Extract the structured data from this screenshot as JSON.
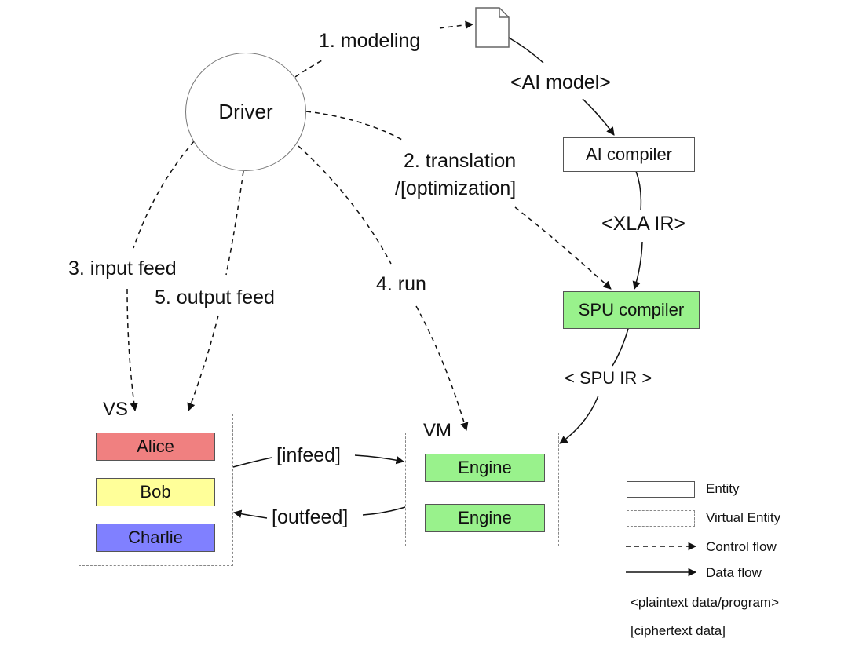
{
  "nodes": {
    "driver": "Driver",
    "ai_compiler": "AI compiler",
    "spu_compiler": "SPU compiler",
    "vs_title": "VS",
    "vm_title": "VM",
    "parties": [
      {
        "label": "Alice",
        "color": "#f08080"
      },
      {
        "label": "Bob",
        "color": "#ffff99"
      },
      {
        "label": "Charlie",
        "color": "#8080ff"
      }
    ],
    "engines": [
      {
        "label": "Engine",
        "color": "#99f28c"
      },
      {
        "label": "Engine",
        "color": "#99f28c"
      }
    ],
    "spu_compiler_color": "#99f28c"
  },
  "edges": {
    "modeling": "1. modeling",
    "translation_1": "2. translation",
    "translation_2": "/[optimization]",
    "input_feed": "3. input feed",
    "run": "4. run",
    "output_feed": "5. output feed",
    "ai_model": "<AI model>",
    "xla_ir": "<XLA IR>",
    "spu_ir": "< SPU IR >",
    "infeed": "[infeed]",
    "outfeed": "[outfeed]"
  },
  "legend": {
    "entity": "Entity",
    "virtual_entity": "Virtual Entity",
    "control_flow": "Control flow",
    "data_flow": "Data flow",
    "plaintext": "<plaintext data/program>",
    "ciphertext": "[ciphertext data]"
  }
}
